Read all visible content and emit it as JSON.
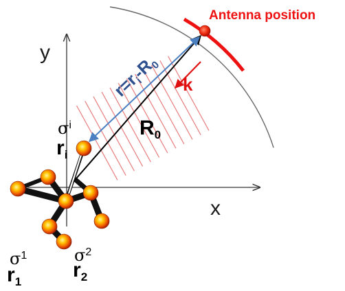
{
  "labels": {
    "antenna_position": "Antenna position",
    "x_axis": "x",
    "y_axis": "y",
    "k": "k",
    "r_expr_main": "r=r",
    "r_expr_i": "i",
    "r_expr_minus": "-R",
    "r_expr_0": "0",
    "R0_main": "R",
    "R0_sub": "0",
    "sigma_i": "σ",
    "sigma_i_sub": "i",
    "r_i_main": "r",
    "r_i_sub": "i",
    "sigma_1": "σ",
    "sigma_1_sub": "1",
    "r_1_main": "r",
    "r_1_sub": "1",
    "sigma_2": "σ",
    "sigma_2_sub": "2",
    "r_2_main": "r",
    "r_2_sub": "2"
  },
  "colors": {
    "antenna": "#ee1111",
    "arc_red": "#ee1111",
    "k_red": "#e01010",
    "hatch": "#e87c7c",
    "blue_vector": "#4a7fc1",
    "blue_text": "#2e4f8e",
    "black": "#000000",
    "axis": "#333333",
    "arc_gray": "#666666",
    "atom_inner": "#ffdd00",
    "atom_outer": "#e04000"
  }
}
